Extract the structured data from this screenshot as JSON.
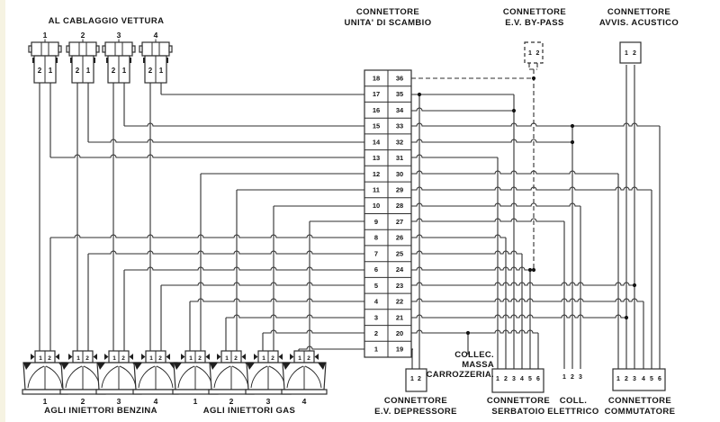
{
  "page": {
    "background": "#ffffff",
    "line_color": "#2e2e2e",
    "text_color": "#161616"
  },
  "top_left": {
    "title": "AL CABLAGGIO VETTURA",
    "connectors": [
      {
        "number": "1",
        "pins": "2 1"
      },
      {
        "number": "2",
        "pins": "2 1"
      },
      {
        "number": "3",
        "pins": "2 1"
      },
      {
        "number": "4",
        "pins": "2 1"
      }
    ]
  },
  "exchange_connector": {
    "title_lines": [
      "CONNETTORE",
      "UNITA' DI SCAMBIO"
    ],
    "left_pins": [
      "18",
      "17",
      "16",
      "15",
      "14",
      "13",
      "12",
      "11",
      "10",
      "9",
      "8",
      "7",
      "6",
      "5",
      "4",
      "3",
      "2",
      "1"
    ],
    "right_pins": [
      "36",
      "35",
      "34",
      "33",
      "32",
      "31",
      "30",
      "29",
      "28",
      "27",
      "26",
      "25",
      "24",
      "23",
      "22",
      "21",
      "20",
      "19"
    ]
  },
  "bypass_connector": {
    "title_lines": [
      "CONNETTORE",
      "E.V. BY-PASS"
    ],
    "pins": "1 2"
  },
  "acoustic_connector": {
    "title_lines": [
      "CONNETTORE",
      "AVVIS. ACUSTICO"
    ],
    "pins": "1 2"
  },
  "injectors": {
    "petrol_label": "AGLI INIETTORI BENZINA",
    "gas_label": "AGLI INIETTORI GAS",
    "petrol": [
      {
        "number": "1",
        "pins": "1 2"
      },
      {
        "number": "2",
        "pins": "1 2"
      },
      {
        "number": "3",
        "pins": "1 2"
      },
      {
        "number": "4",
        "pins": "1 2"
      }
    ],
    "gas": [
      {
        "number": "1",
        "pins": "1 2"
      },
      {
        "number": "2",
        "pins": "1 2"
      },
      {
        "number": "3",
        "pins": "1 2"
      },
      {
        "number": "4",
        "pins": "1 2"
      }
    ]
  },
  "depressore_connector": {
    "title_lines": [
      "CONNETTORE",
      "E.V. DEPRESSORE"
    ],
    "pins": [
      "1",
      "2"
    ]
  },
  "massa_label_lines": [
    "COLLEC.",
    "MASSA",
    "CARROZZERIA."
  ],
  "serbatoio_connector": {
    "title_lines": [
      "CONNETTORE",
      "SERBATOIO"
    ],
    "pins": [
      "1",
      "2",
      "3",
      "4",
      "5",
      "6"
    ]
  },
  "elettrico_connector": {
    "title_lines": [
      "COLL.",
      "ELETTRICO"
    ],
    "pins": [
      "1",
      "2",
      "3"
    ]
  },
  "commutatore_connector": {
    "title_lines": [
      "CONNETTORE",
      "COMMUTATORE"
    ],
    "pins": [
      "1",
      "2",
      "3",
      "4",
      "5",
      "6"
    ]
  }
}
